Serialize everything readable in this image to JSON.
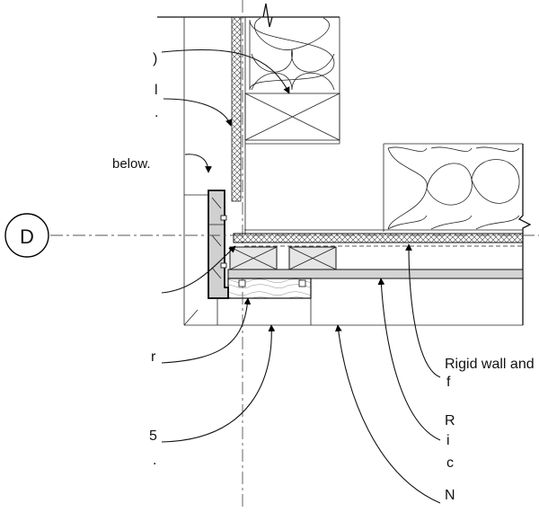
{
  "grid_bubble": {
    "label": "D"
  },
  "notes": {
    "below": "below.",
    "right_partial_1": "Rigid wall and",
    "right_partial_1b": "f",
    "right_partial_2": "R",
    "right_partial_2b": "i",
    "right_partial_2c": "c",
    "right_partial_3": "N",
    "left_partial_1": ")",
    "left_partial_2": "l",
    "left_partial_3": ".",
    "left_partial_4": "r",
    "left_partial_5": "5",
    "left_partial_6": "."
  },
  "colors": {
    "line": "#111111",
    "block_fill": "#d9d9d9",
    "rigid_insulation_fill": "#bdbdbd",
    "hatch": "#555555"
  },
  "icons": [
    "grid-bubble",
    "insulation-batt",
    "blocking-cross",
    "break-line"
  ]
}
